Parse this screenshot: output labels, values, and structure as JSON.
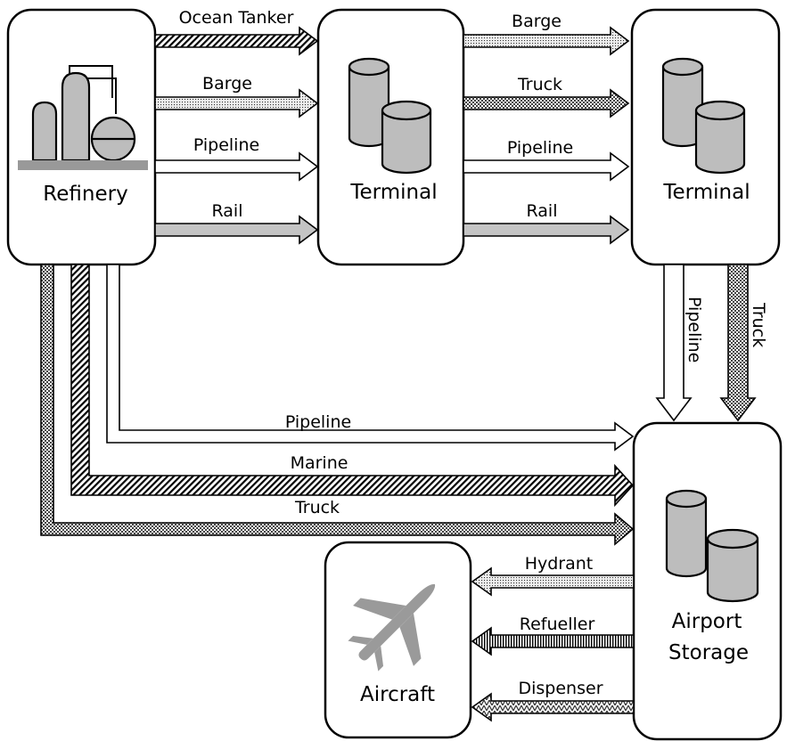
{
  "nodes": {
    "refinery": "Refinery",
    "terminal1": "Terminal",
    "terminal2": "Terminal",
    "airport_line1": "Airport",
    "airport_line2": "Storage",
    "aircraft": "Aircraft"
  },
  "routes": {
    "ocean_tanker": "Ocean Tanker",
    "ref_barge": "Barge",
    "ref_pipeline": "Pipeline",
    "ref_rail": "Rail",
    "t_barge": "Barge",
    "t_truck": "Truck",
    "t_pipeline": "Pipeline",
    "t_rail": "Rail",
    "t2_pipeline": "Pipeline",
    "t2_truck": "Truck",
    "direct_pipeline": "Pipeline",
    "direct_marine": "Marine",
    "direct_truck": "Truck",
    "hydrant": "Hydrant",
    "refueller": "Refueller",
    "dispenser": "Dispenser"
  },
  "colors": {
    "stroke": "#000000",
    "tank_fill": "#bdbdbd",
    "rail_fill": "#c4c4c4",
    "plane_fill": "#9a9a9a"
  }
}
